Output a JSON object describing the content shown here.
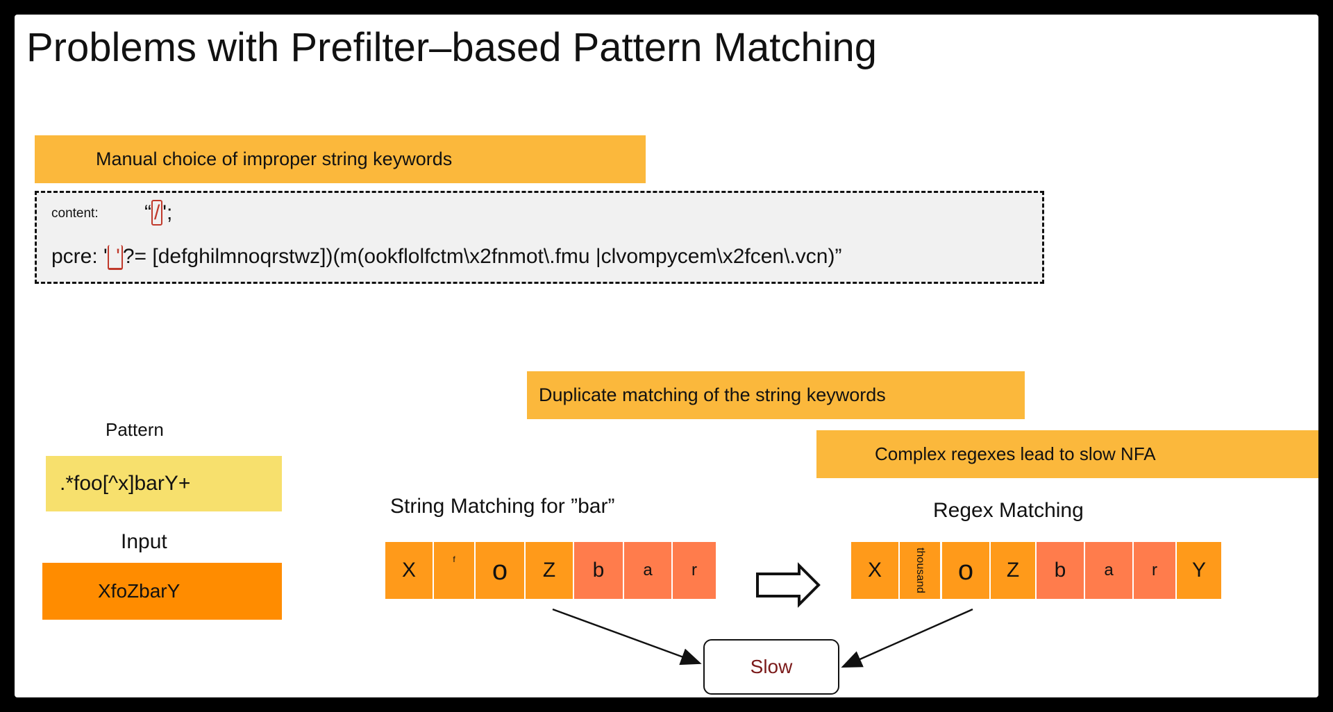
{
  "title": "Problems with Prefilter–based Pattern Matching",
  "banner_manual": "Manual choice of improper string keywords",
  "code": {
    "content_label": "content:",
    "content_open": "“",
    "content_keyword": "/",
    "content_close": "';",
    "pcre_prefix": "pcre: '",
    "pcre_mark": " '",
    "pcre_rest": "?= [defghilmnoqrstwz])(m(ookflolfctm\\x2fnmot\\.fmu |clvompycem\\x2fcen\\.vcn)”"
  },
  "banner_duplicate": "Duplicate matching of the string keywords",
  "banner_complex": "Complex regexes lead to slow NFA",
  "pattern_label": "Pattern",
  "pattern_value": ".*foo[^x]barY+",
  "input_label": "Input",
  "input_value": "XfoZbarY",
  "string_matching_label": "String Matching for ”bar”",
  "regex_matching_label": "Regex Matching",
  "string_cells": [
    "X",
    "f",
    "o",
    "Z",
    "b",
    "a",
    "r"
  ],
  "regex_cells": [
    "X",
    "thousand",
    "o",
    "Z",
    "b",
    "a",
    "r",
    "Y"
  ],
  "slow_label": "Slow",
  "colors": {
    "banner": "#fbb83c",
    "pattern_box": "#f7e06d",
    "input_box": "#ff8c00",
    "cell_orange": "#ff9a1a",
    "cell_salmon": "#ff7c4c",
    "slow_text": "#7b1a1a"
  },
  "icons": [
    "right-arrow-icon"
  ]
}
